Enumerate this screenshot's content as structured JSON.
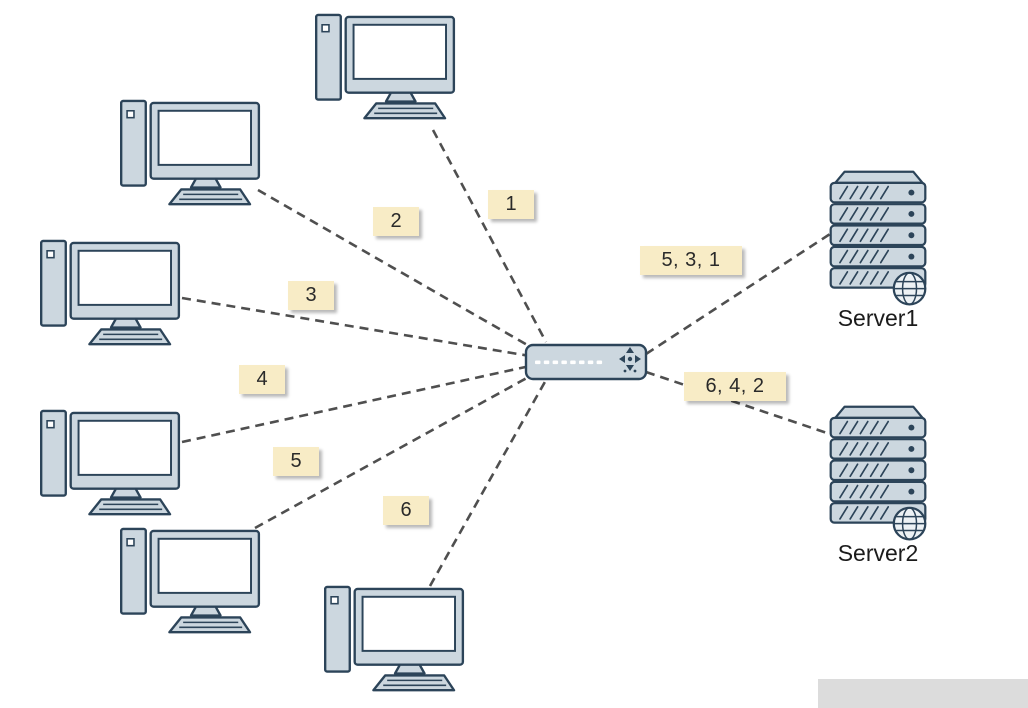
{
  "diagram": {
    "kind": "network-topology-diagram",
    "client_links": [
      "1",
      "2",
      "3",
      "4",
      "5",
      "6"
    ],
    "servers": [
      {
        "name": "Server1",
        "link_label": "5, 3, 1"
      },
      {
        "name": "Server2",
        "link_label": "6, 4, 2"
      }
    ],
    "icons": {
      "client": "desktop-computer-icon",
      "server": "server-rack-globe-icon",
      "hub": "network-switch-icon"
    },
    "colors": {
      "device_fill": "#ccd7df",
      "device_stroke": "#2c4459",
      "screen_fill": "#ffffff",
      "link_line": "#4f4f4f",
      "label_bg": "#f8ecc6",
      "label_shadow": "#c4c4c4",
      "background": "#ffffff"
    }
  }
}
